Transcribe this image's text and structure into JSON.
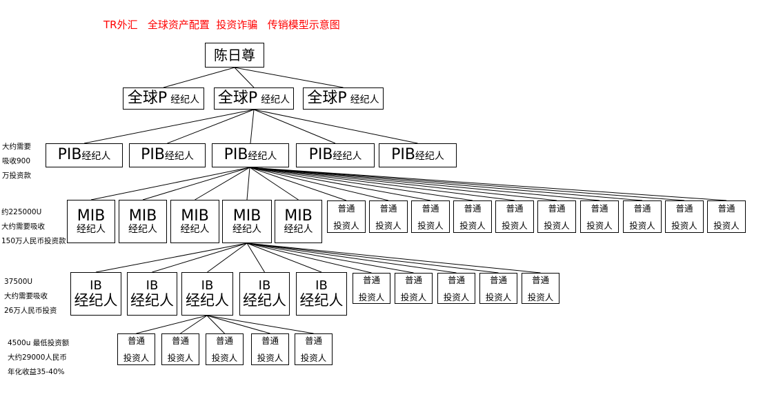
{
  "title": "TR外汇   全球资产配置  投资诈骗   传销模型示意图",
  "root": "陈日尊",
  "level1": {
    "main": "全球P",
    "sub": "经纪人",
    "count": 3
  },
  "pib": {
    "main": "PIB",
    "sub": "经纪人"
  },
  "mib": {
    "main": "MIB",
    "sub": "经纪人"
  },
  "ib": {
    "main": "IB",
    "sub": "经纪人"
  },
  "investor": {
    "line1": "普通",
    "line2": "投资人"
  },
  "notes": {
    "pib": [
      "大约需要",
      "吸收900",
      "万投资款"
    ],
    "mib": [
      "约225000U",
      "大约需要吸收",
      "150万人民币投资款"
    ],
    "ib": [
      "37500U",
      "大约需要吸收",
      "26万人民币投资"
    ],
    "investor": [
      "4500u 最低投资额",
      "大约29000人民币",
      "年化收益35-40%"
    ]
  }
}
